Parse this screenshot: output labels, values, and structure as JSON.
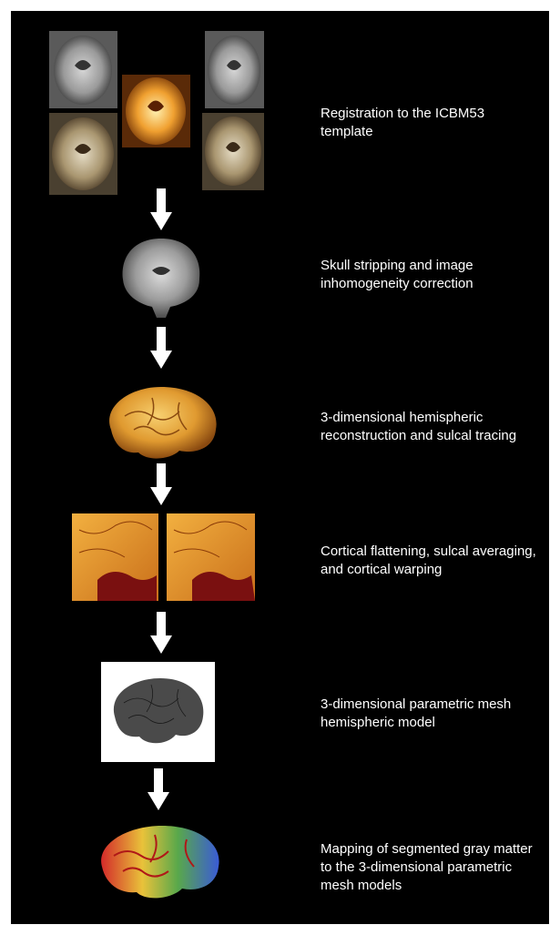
{
  "steps": [
    {
      "label": "Registration to the ICBM53 template",
      "image": "mri-axial-slices-registration"
    },
    {
      "label": "Skull stripping and image inhomogeneity correction",
      "image": "mri-coronal-slice-skull-stripped"
    },
    {
      "label": "3-dimensional hemispheric reconstruction and sulcal tracing",
      "image": "3d-brain-surface-reconstruction"
    },
    {
      "label": "Cortical flattening, sulcal averaging, and cortical warping",
      "image": "flattened-cortex-maps"
    },
    {
      "label": "3-dimensional parametric mesh hemispheric model",
      "image": "brain-mesh-model"
    },
    {
      "label": "Mapping of segmented gray matter to the 3-dimensional parametric mesh models",
      "image": "colored-gray-matter-brain-map"
    }
  ],
  "arrow_icon": "down-arrow-icon",
  "colors": {
    "background": "#000000",
    "text": "#ffffff",
    "arrow": "#ffffff",
    "mri_gray": "#b8b8b8",
    "brain_orange": "#e8a23a",
    "map_red": "#d32a2a",
    "map_green": "#59a84b",
    "map_blue": "#3a5bd6"
  }
}
